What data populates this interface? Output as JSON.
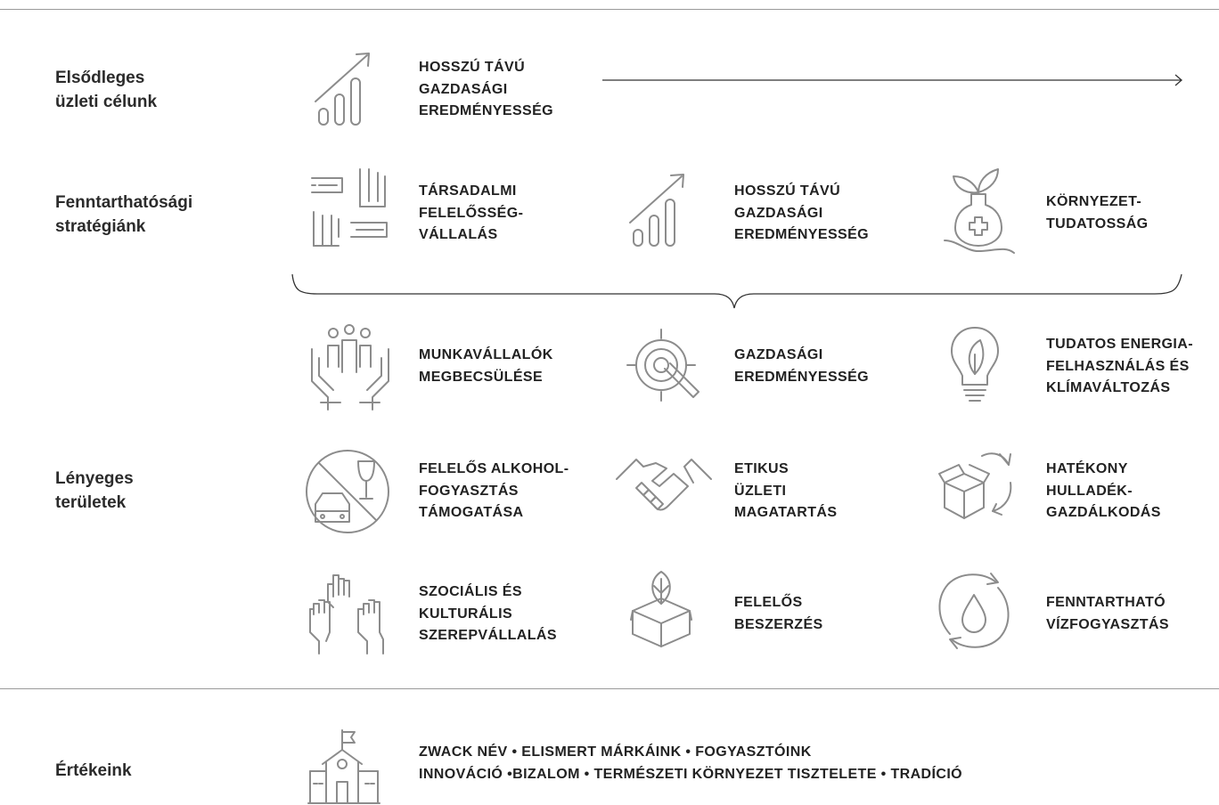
{
  "sections": {
    "primary": "Elsődleges\nüzleti célunk",
    "strategy": "Fenntarthatósági\nstratégiánk",
    "areas": "Lényeges\nterületek",
    "values": "Értékeink"
  },
  "primary_goal": {
    "label": "HOSSZÚ TÁVÚ\nGAZDASÁGI\nEREDMÉNYESSÉG",
    "icon": "growth-chart-icon"
  },
  "strategy_pillars": [
    {
      "label": "TÁRSADALMI\nFELELŐSSÉG-\nVÁLLALÁS",
      "icon": "joined-hands-icon"
    },
    {
      "label": "HOSSZÚ TÁVÚ\nGAZDASÁGI\nEREDMÉNYESSÉG",
      "icon": "growth-chart-icon"
    },
    {
      "label": "KÖRNYEZET-\nTUDATOSSÁG",
      "icon": "plant-flask-icon"
    }
  ],
  "material_areas": [
    {
      "label": "MUNKAVÁLLALÓK\nMEGBECSÜLÉSE",
      "icon": "people-in-hands-icon"
    },
    {
      "label": "GAZDASÁGI\nEREDMÉNYESSÉG",
      "icon": "target-icon"
    },
    {
      "label": "TUDATOS ENERGIA-\nFELHASZNÁLÁS ÉS\nKLÍMAVÁLTOZÁS",
      "icon": "leaf-bulb-icon"
    },
    {
      "label": "FELELŐS ALKOHOL-\nFOGYASZTÁS\nTÁMOGATÁSA",
      "icon": "no-drink-drive-icon"
    },
    {
      "label": "ETIKUS\nÜZLETI\nMAGATARTÁS",
      "icon": "handshake-icon"
    },
    {
      "label": "HATÉKONY\nHULLADÉK-\nGAZDÁLKODÁS",
      "icon": "recycle-box-icon"
    },
    {
      "label": "SZOCIÁLIS ÉS\nKULTURÁLIS\nSZEREPVÁLLALÁS",
      "icon": "raised-hands-icon"
    },
    {
      "label": "FELELŐS\nBESZERZÉS",
      "icon": "leaf-box-icon"
    },
    {
      "label": "FENNTARTHATÓ\nVÍZFOGYASZTÁS",
      "icon": "water-cycle-icon"
    }
  ],
  "values_text": "ZWACK NÉV • ELISMERT MÁRKÁINK • FOGYASZTÓINK\nINNOVÁCIÓ •BIZALOM • TERMÉSZETI KÖRNYEZET TISZTELETE • TRADÍCIÓ",
  "values_icon": "school-flag-icon",
  "colors": {
    "icon_stroke": "#8c8c8c",
    "rule": "#9a9a9a",
    "text": "#222222"
  }
}
